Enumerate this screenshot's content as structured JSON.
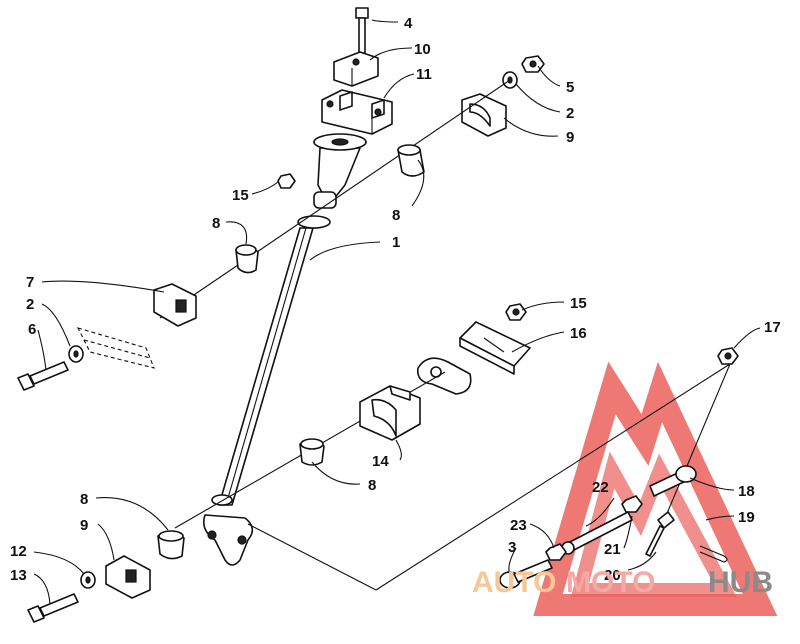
{
  "diagram": {
    "callouts": [
      {
        "id": "c4",
        "text": "4"
      },
      {
        "id": "c10",
        "text": "10"
      },
      {
        "id": "c11",
        "text": "11"
      },
      {
        "id": "c5",
        "text": "5"
      },
      {
        "id": "c2a",
        "text": "2"
      },
      {
        "id": "c9a",
        "text": "9"
      },
      {
        "id": "c15a",
        "text": "15"
      },
      {
        "id": "c8a",
        "text": "8"
      },
      {
        "id": "c8b",
        "text": "8"
      },
      {
        "id": "c1",
        "text": "1"
      },
      {
        "id": "c7",
        "text": "7"
      },
      {
        "id": "c2b",
        "text": "2"
      },
      {
        "id": "c6",
        "text": "6"
      },
      {
        "id": "c15b",
        "text": "15"
      },
      {
        "id": "c16",
        "text": "16"
      },
      {
        "id": "c17",
        "text": "17"
      },
      {
        "id": "c14",
        "text": "14"
      },
      {
        "id": "c8c",
        "text": "8"
      },
      {
        "id": "c8d",
        "text": "8"
      },
      {
        "id": "c9b",
        "text": "9"
      },
      {
        "id": "c12",
        "text": "12"
      },
      {
        "id": "c13",
        "text": "13"
      },
      {
        "id": "c18",
        "text": "18"
      },
      {
        "id": "c19",
        "text": "19"
      },
      {
        "id": "c22",
        "text": "22"
      },
      {
        "id": "c23",
        "text": "23"
      },
      {
        "id": "c3",
        "text": "3"
      },
      {
        "id": "c21",
        "text": "21"
      },
      {
        "id": "c20",
        "text": "20"
      }
    ],
    "watermark": {
      "part1": "AUTO",
      "part2": "MOTO",
      "part3": "HUB",
      "color_auto": "#f5c896",
      "color_moto": "#f3a9a6",
      "color_hub": "#8a8a8a",
      "triangle_color": "#e8453f"
    }
  }
}
